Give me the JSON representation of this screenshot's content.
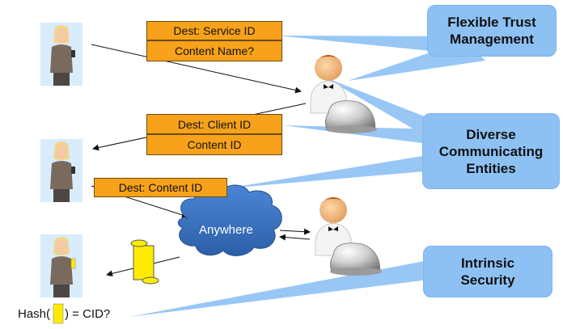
{
  "messages": {
    "request_dest": "Dest: Service ID",
    "request_content": "Content Name?",
    "response_dest": "Dest: Client ID",
    "response_content": "Content ID",
    "content_dest": "Dest: Content ID"
  },
  "callouts": {
    "trust": [
      "Flexible Trust",
      "Management"
    ],
    "diverse": [
      "Diverse",
      "Communicating",
      "Entities"
    ],
    "security": [
      "Intrinsic",
      "Security"
    ]
  },
  "cloud_label": "Anywhere",
  "hash_text": {
    "prefix": "Hash(",
    "suffix": ") = CID?"
  },
  "colors": {
    "message_box": "#f7a21a",
    "callout": "#8dc1f4",
    "cloud": "#3a73c4",
    "scroll": "#ffec00"
  }
}
